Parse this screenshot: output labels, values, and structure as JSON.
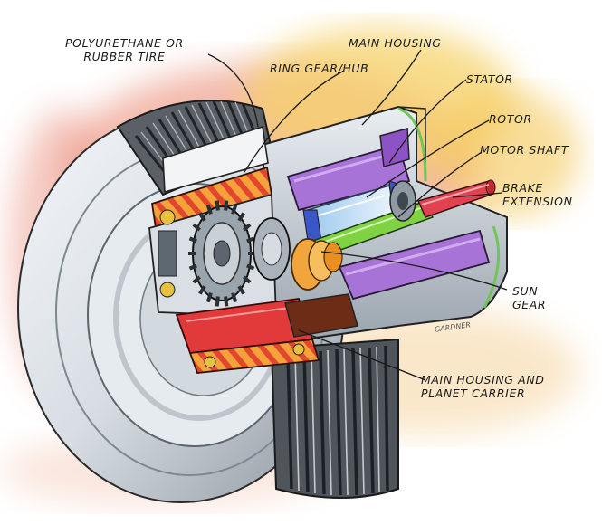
{
  "labels": {
    "tire": [
      "POLYURETHANE OR",
      "RUBBER TIRE"
    ],
    "ring_gear": "RING GEAR/HUB",
    "main_housing": "MAIN HOUSING",
    "stator": "STATOR",
    "rotor": "ROTOR",
    "motor_shaft": "MOTOR SHAFT",
    "brake": [
      "BRAKE",
      "EXTENSION"
    ],
    "sun_gear": [
      "SUN",
      "GEAR"
    ],
    "carrier": [
      "MAIN HOUSING AND",
      "PLANET CARRIER"
    ]
  },
  "signature": "GARDNER",
  "colors": {
    "wash_red": "#e8826a",
    "wash_yellow": "#f6d267",
    "stator_purple": "#a873d6",
    "rotor_blue": "#cfe6f8",
    "shaft_green": "#7fd343",
    "shaft_red": "#e0434f",
    "housing_red": "#e23a3a",
    "bearing_orange": "#ef8a2a",
    "sun_gear_gold": "#f2a53b",
    "steel": "#b9c3cc"
  }
}
